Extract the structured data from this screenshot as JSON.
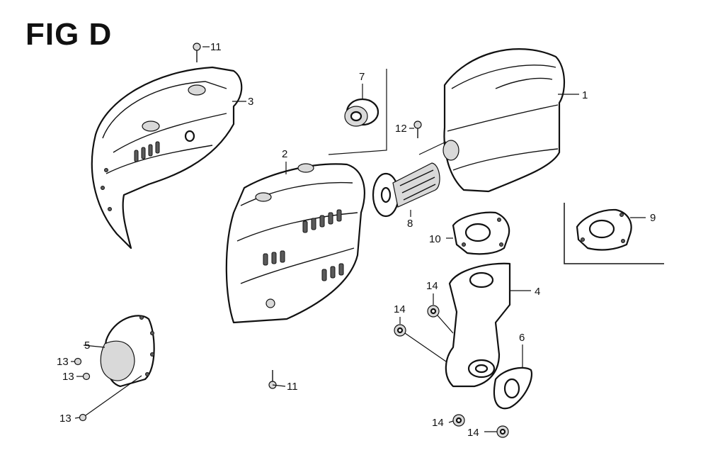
{
  "figure": {
    "title": "FIG D"
  },
  "callouts": {
    "c1": "1",
    "c2": "2",
    "c3": "3",
    "c4": "4",
    "c5": "5",
    "c6": "6",
    "c7": "7",
    "c8": "8",
    "c9": "9",
    "c10": "10",
    "c11_top": "11",
    "c11_bottom": "11",
    "c12": "12",
    "c13_a": "13",
    "c13_b": "13",
    "c13_c": "13",
    "c14_a": "14",
    "c14_b": "14",
    "c14_c": "14",
    "c14_d": "14"
  }
}
